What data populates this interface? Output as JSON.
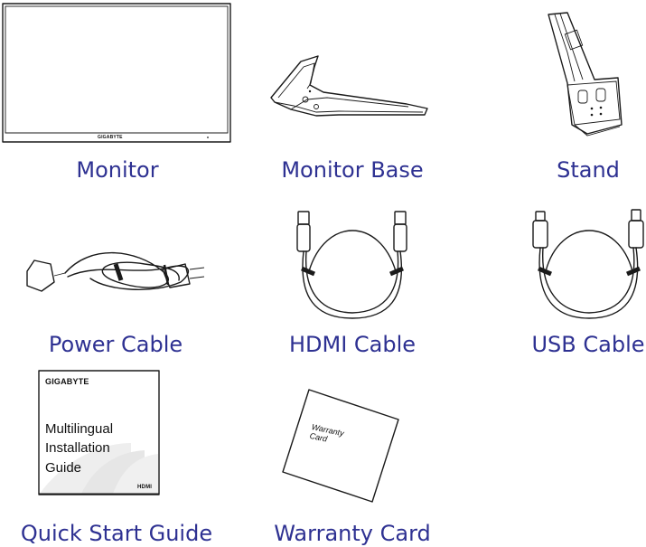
{
  "items": {
    "monitor": {
      "caption": "Monitor",
      "brand": "GIGABYTE"
    },
    "monitor_base": {
      "caption": "Monitor Base"
    },
    "stand": {
      "caption": "Stand"
    },
    "power_cable": {
      "caption": "Power Cable"
    },
    "hdmi_cable": {
      "caption": "HDMI Cable"
    },
    "usb_cable": {
      "caption": "USB Cable"
    },
    "quick_start_guide": {
      "caption": "Quick Start Guide",
      "brand": "GIGABYTE",
      "line1": "Multilingual",
      "line2": "Installation",
      "line3": "Guide",
      "logo": "HDMI"
    },
    "warranty_card": {
      "caption": "Warranty Card",
      "card_text": "Warranty Card"
    }
  },
  "colors": {
    "caption": "#2e3192",
    "line": "#1a1a1a"
  }
}
